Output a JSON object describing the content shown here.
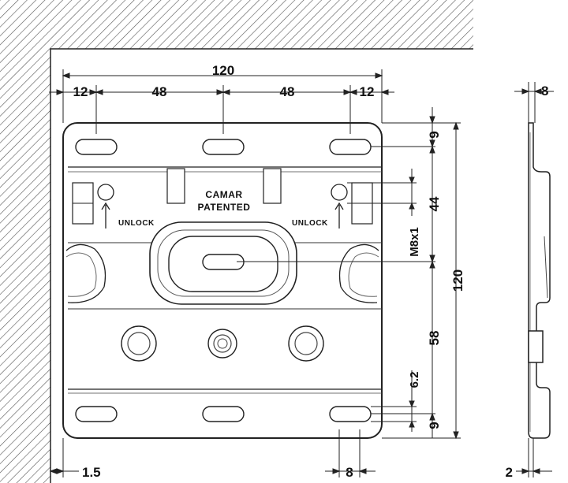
{
  "dimensions": {
    "overall_width": "120",
    "edge_left": "12",
    "slot_spacing_left": "48",
    "slot_spacing_right": "48",
    "edge_right": "12",
    "side_thickness": "8",
    "top_to_slots": "9",
    "slots_to_screws": "44",
    "thread": "M8x1",
    "overall_height": "120",
    "screws_to_lower_slots": "58",
    "lower_slot_height": "6.2",
    "bottom_offset": "9",
    "wall_gap": "1.5",
    "slot_width": "8",
    "side_base": "2"
  },
  "labels": {
    "brand": "CAMAR",
    "patented": "PATENTED",
    "unlock_left": "UNLOCK",
    "unlock_right": "UNLOCK"
  }
}
